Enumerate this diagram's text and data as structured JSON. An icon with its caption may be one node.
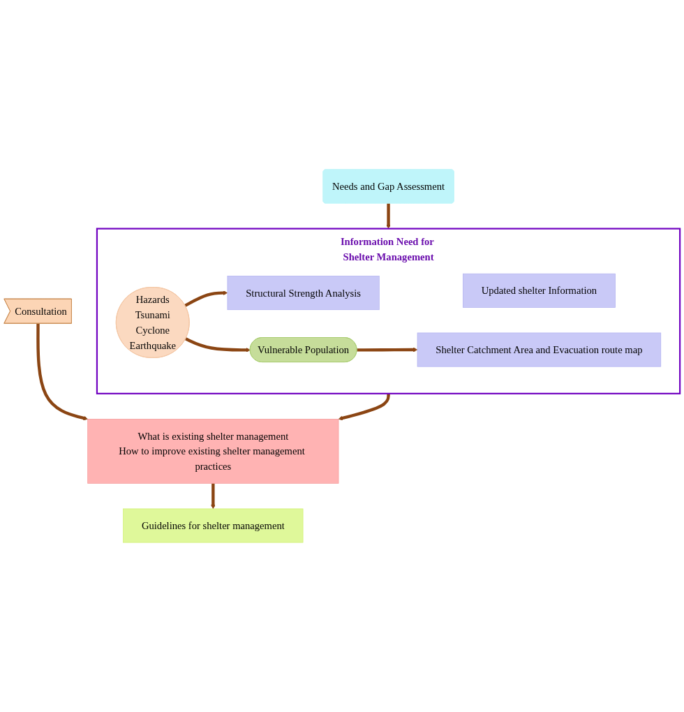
{
  "diagram": {
    "nodes": [
      {
        "text": [
          "Needs and Gap Assessment"
        ]
      },
      {
        "text": [
          "Information Need for Shelter Management"
        ]
      },
      {
        "text": [
          "Updated shelter Information"
        ],
        "in": 1
      },
      {
        "text": [
          "Hazards",
          "Tsunami",
          "Cyclone",
          "Earthquake"
        ],
        "in": 1
      },
      {
        "text": [
          "Structural Strength Analysis"
        ],
        "in": 1
      },
      {
        "text": [
          "Vulnerable Population"
        ],
        "in": 1
      },
      {
        "text": [
          "Shelter Catchment Area and Evacuation route map"
        ],
        "in": 1
      },
      {
        "text": [
          "What is existing shelter management",
          "How to improve existing shelter management practices"
        ]
      },
      {
        "text": [
          "Consultation"
        ]
      },
      {
        "text": [
          "Guidelines for shelter management"
        ]
      }
    ],
    "edges": [
      {
        "from": 0,
        "to": 1,
        "arrow": "to"
      },
      {
        "from": 3,
        "to": 4,
        "arrow": "to"
      },
      {
        "from": 3,
        "to": 5,
        "arrow": "to"
      },
      {
        "from": 5,
        "to": 6,
        "arrow": "to"
      },
      {
        "from": 1,
        "to": 7,
        "arrow": "to"
      },
      {
        "from": 8,
        "to": 7,
        "arrow": "to"
      },
      {
        "from": 7,
        "to": 9,
        "arrow": "to"
      }
    ]
  }
}
